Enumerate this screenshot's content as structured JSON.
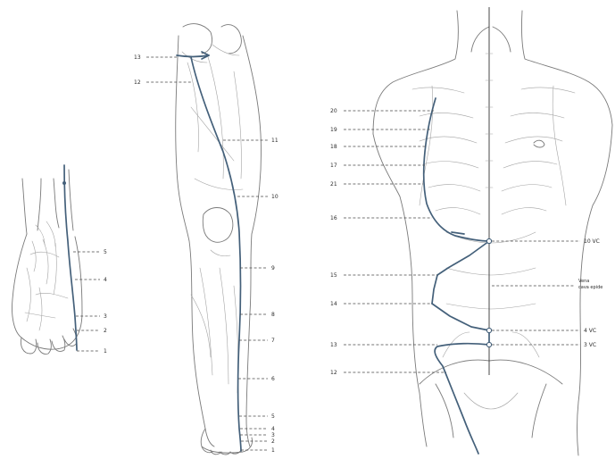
{
  "foot_labels": [
    "5",
    "4",
    "3",
    "2",
    "1"
  ],
  "leg_labels": [
    "13",
    "12",
    "11",
    "10",
    "9",
    "8",
    "7",
    "6",
    "5",
    "4",
    "3",
    "2",
    "1"
  ],
  "torso_left_labels": [
    "20",
    "19",
    "18",
    "17",
    "21",
    "16",
    "15",
    "14",
    "13",
    "12"
  ],
  "torso_right_labels": {
    "p10": "10 VC",
    "vena_line1": "Vena",
    "vena_line2": "cava epide",
    "p4": "4 VC",
    "p3": "3 VC"
  },
  "colors": {
    "meridian": "#44607a",
    "sketch": "#7a7a7a"
  }
}
